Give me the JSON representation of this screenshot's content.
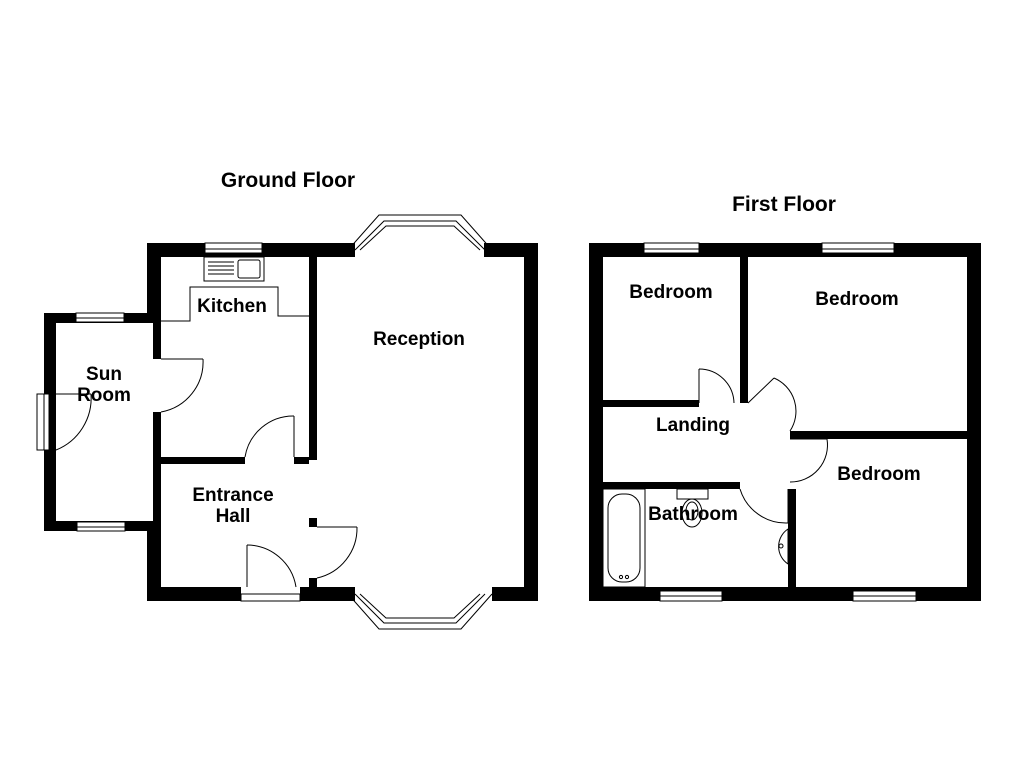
{
  "floors": {
    "ground": {
      "title": "Ground Floor",
      "rooms": {
        "sun_room": [
          "Sun",
          "Room"
        ],
        "kitchen": "Kitchen",
        "reception": "Reception",
        "entrance_hall": [
          "Entrance",
          "Hall"
        ]
      }
    },
    "first": {
      "title": "First Floor",
      "rooms": {
        "bedroom_1": "Bedroom",
        "bedroom_2": "Bedroom",
        "bedroom_3": "Bedroom",
        "landing": "Landing",
        "bathroom": "Bathroom"
      }
    }
  },
  "colors": {
    "walls": "#000000",
    "background": "#ffffff"
  }
}
